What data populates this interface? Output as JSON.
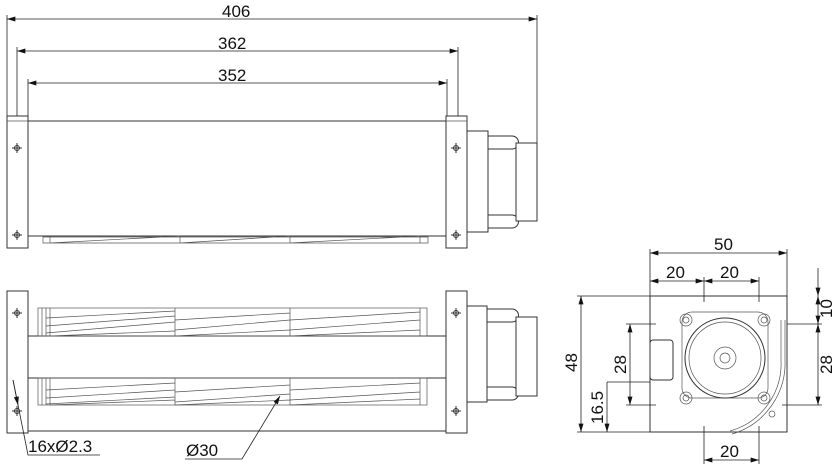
{
  "top_view": {
    "dim_overall": "406",
    "dim_mount": "362",
    "dim_body": "352"
  },
  "front_view": {
    "hole_callout": "16xØ2.3",
    "rotor_diameter": "Ø30"
  },
  "side_view": {
    "dim_width": "50",
    "dim_hole_left": "20",
    "dim_hole_right": "20",
    "dim_height": "48",
    "dim_left_28": "28",
    "dim_16_5": "16.5",
    "dim_top_10": "10",
    "dim_right_28": "28",
    "dim_bottom_20": "20"
  }
}
